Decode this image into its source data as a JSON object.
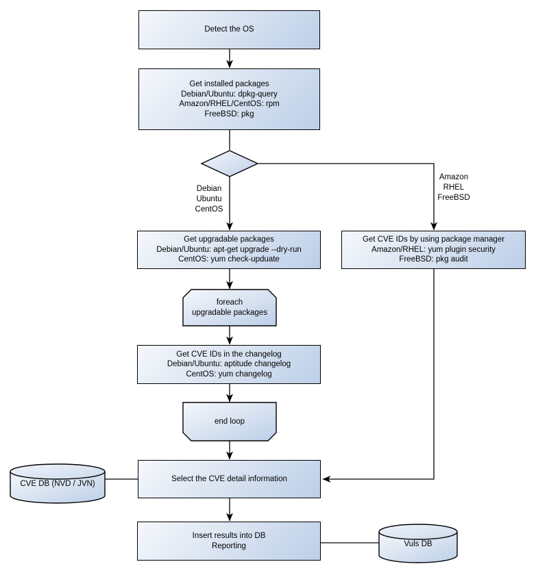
{
  "palette": {
    "background": "#ffffff",
    "shape_fill_light": "#f5f8fc",
    "shape_fill_dark": "#bccfe8",
    "shape_border": "#000000",
    "connector": "#000000",
    "text": "#000000"
  },
  "nodes": {
    "detect_os": "Detect the OS",
    "get_installed_packages": "Get installed packages\nDebian/Ubuntu: dpkg-query\nAmazon/RHEL/CentOS: rpm\nFreeBSD: pkg",
    "get_upgradable_packages": "Get upgradable packages\nDebian/Ubuntu: apt-get upgrade --dry-run\nCentOS: yum check-upduate",
    "get_cve_ids_package_manager": "Get CVE IDs by using package manager\nAmazon/RHEL: yum plugin security\nFreeBSD: pkg audit",
    "foreach_loop_start": "foreach\nupgradable packages",
    "get_cve_ids_changelog": "Get CVE IDs in the changelog\nDebian/Ubuntu: aptitude changelog\nCentOS: yum changelog",
    "end_loop": "end loop",
    "select_cve_detail": "Select the CVE detail information",
    "cve_db": "CVE DB (NVD / JVN)",
    "insert_results": "Insert results into DB\nReporting",
    "vuls_db": "Vuls DB"
  },
  "edge_labels": {
    "left_branch": "Debian\nUbuntu\nCentOS",
    "right_branch": "Amazon\nRHEL\nFreeBSD"
  }
}
